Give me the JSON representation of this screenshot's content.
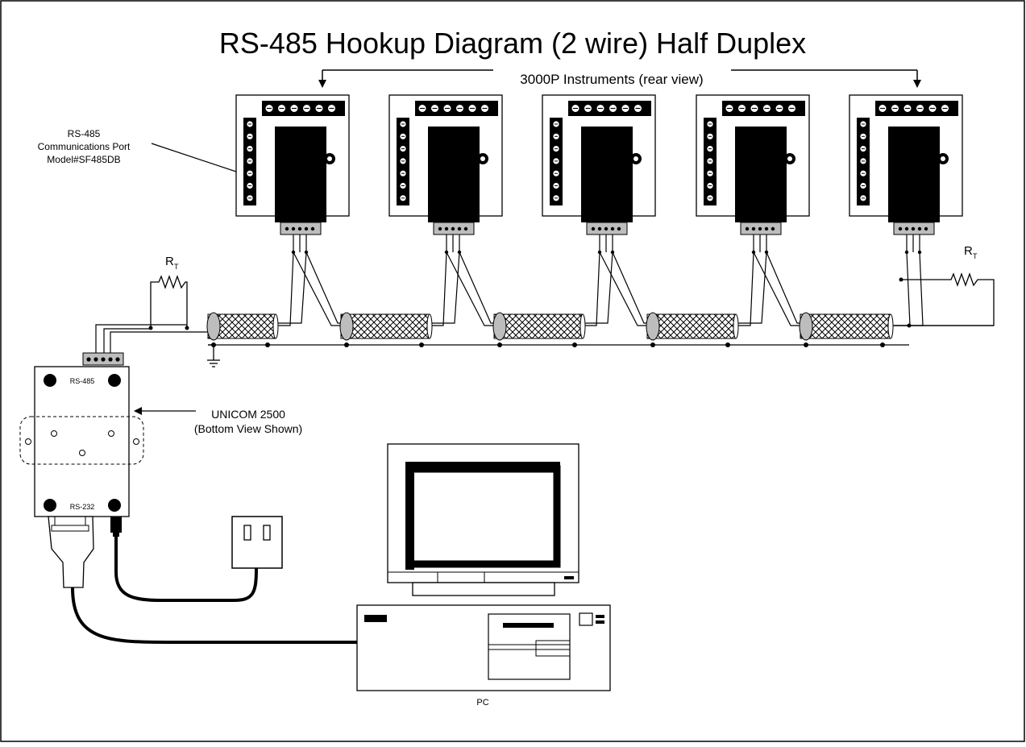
{
  "title": "RS-485 Hookup Diagram (2 wire) Half Duplex",
  "instruments_label": "3000P Instruments (rear view)",
  "port_label": {
    "line1": "RS-485",
    "line2": "Communications Port",
    "line3": "Model#SF485DB"
  },
  "terminator_label": "R",
  "terminator_sub": "T",
  "unicom_label": {
    "line1": "UNICOM 2500",
    "line2": "(Bottom View Shown)"
  },
  "unicom_rs485": "RS-485",
  "unicom_rs232": "RS-232",
  "pc_label": "PC",
  "instrument_count": 5
}
